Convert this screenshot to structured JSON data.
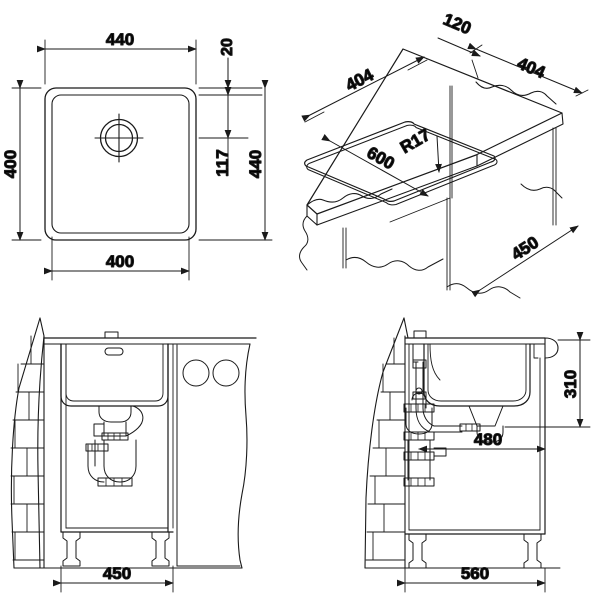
{
  "sheet": {
    "title": "Kitchen sink technical drawing",
    "background_color": "#ffffff",
    "line_color": "#1a1a1a",
    "views": [
      {
        "name": "plan-view",
        "label": "Top plan view of sink bowl"
      },
      {
        "name": "isometric-view",
        "label": "Isometric worktop cut-out view"
      },
      {
        "name": "front-section-view",
        "label": "Front section view with cabinet and trap"
      },
      {
        "name": "side-section-view",
        "label": "Side section view with plumbing"
      }
    ]
  },
  "plan_view": {
    "dimensions": {
      "top_width": "440",
      "bottom_width": "400",
      "left_height": "400",
      "flange_thickness": "20",
      "drain_offset": "117",
      "overall_height": "440"
    },
    "features": {
      "drain_name": "drain-outlet",
      "outer_name": "sink-flange-outline",
      "inner_name": "sink-bowl-outline"
    }
  },
  "isometric_view": {
    "dimensions": {
      "cutout_left": "404",
      "cutout_right": "404",
      "edge_margin": "120",
      "corner_radius": "R17",
      "worktop_width": "600",
      "worktop_depth": "450"
    }
  },
  "front_section_view": {
    "dimensions": {
      "cabinet_width": "450"
    },
    "features": {
      "wall_name": "brick-wall-hatch",
      "trap_name": "p-trap-assembly",
      "holes_name": "pipe-access-holes"
    }
  },
  "side_section_view": {
    "dimensions": {
      "bowl_height": "310",
      "drain_center_offset": "480",
      "cabinet_depth": "560"
    },
    "features": {
      "wall_name": "brick-wall-hatch",
      "riser_name": "waste-riser-pipe",
      "trap_name": "bottle-trap-assembly"
    }
  }
}
